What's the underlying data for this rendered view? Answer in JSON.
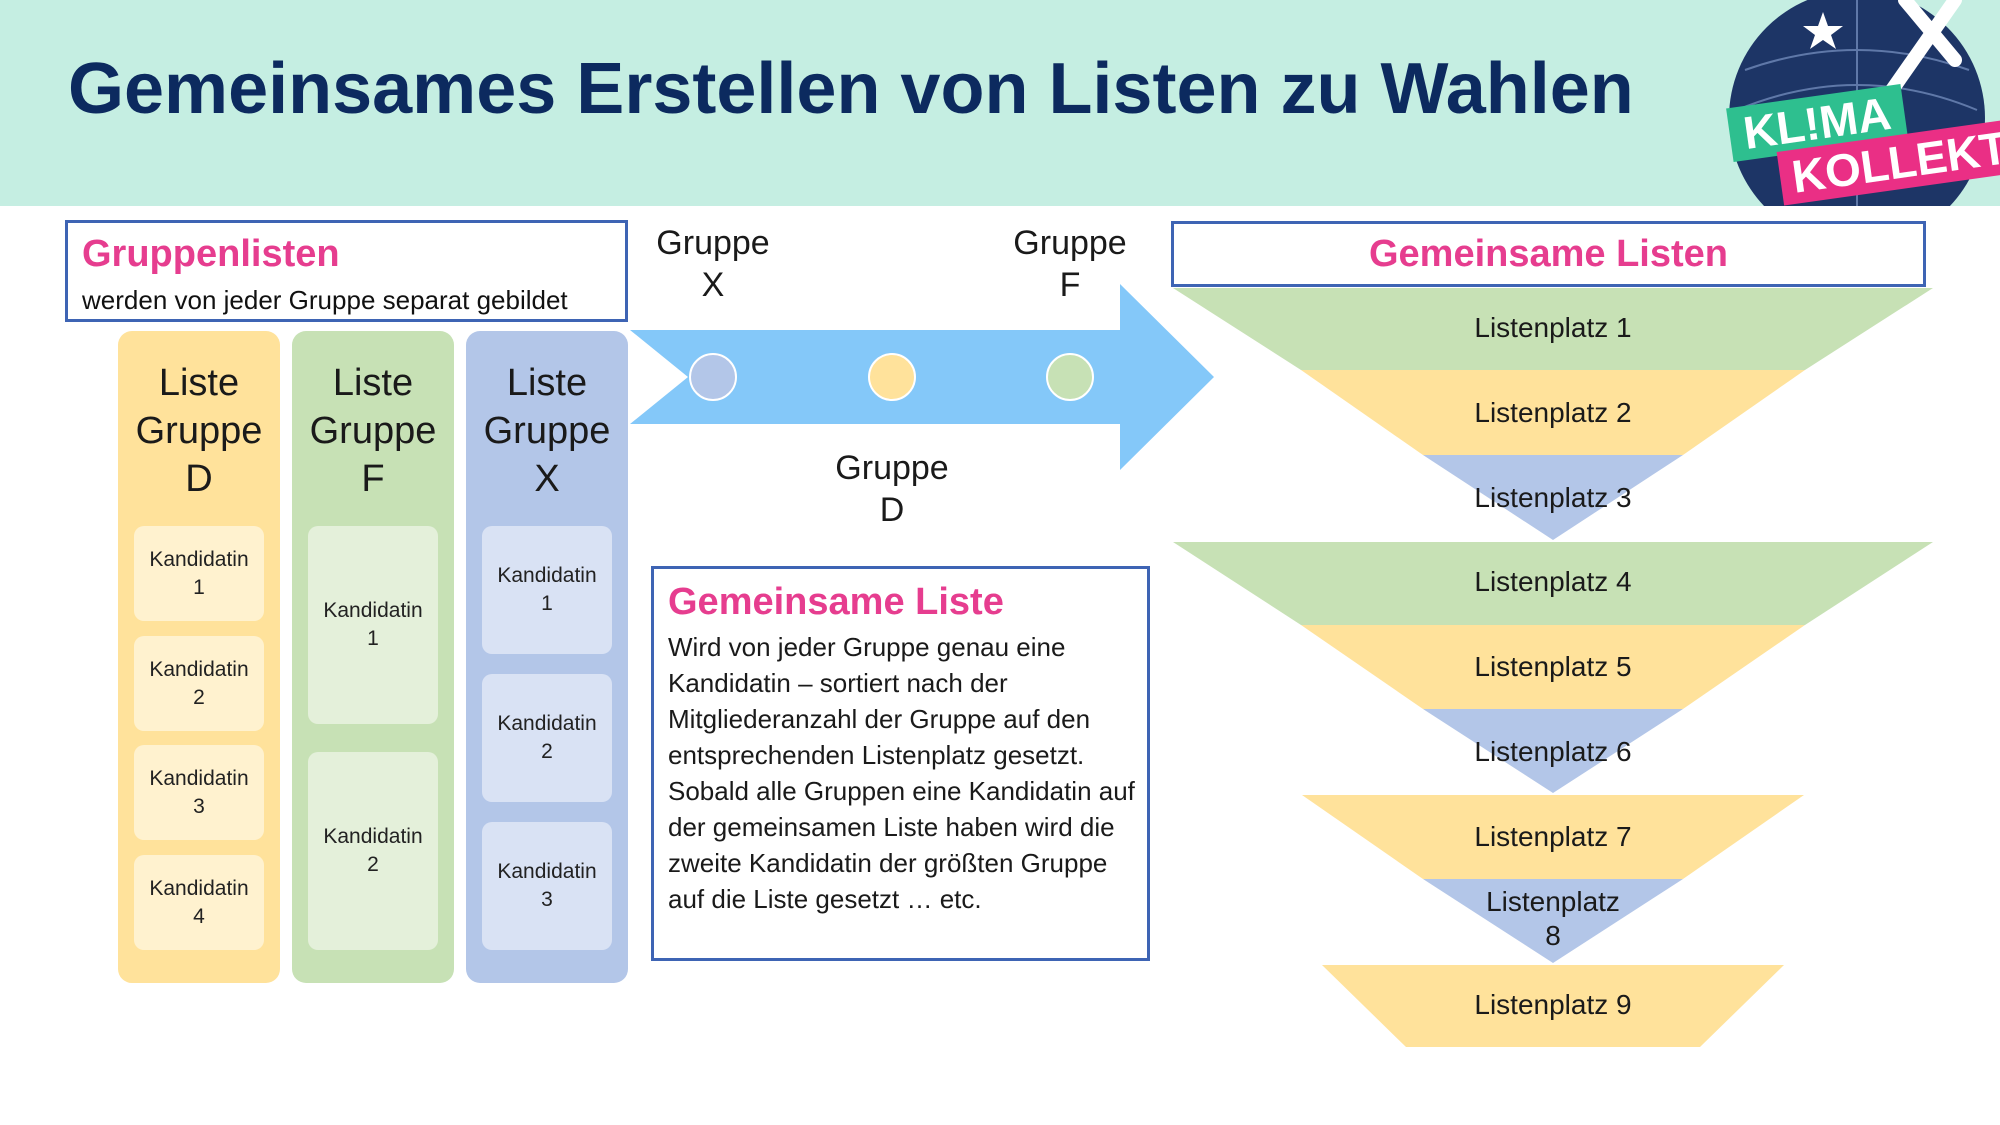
{
  "header": {
    "title": "Gemeinsames Erstellen von Listen zu Wahlen",
    "background_color": "#c5eee2",
    "title_color": "#0c2a5f"
  },
  "logo": {
    "line1": "KL!MA",
    "line2": "KOLLEKTiV",
    "colors": {
      "circle": "#1d3566",
      "green": "#2ebf8f",
      "pink": "#ea2f85"
    }
  },
  "gruppenlisten": {
    "title": "Gruppenlisten",
    "subtitle": "werden von jeder Gruppe separat gebildet"
  },
  "groups": [
    {
      "title": "Liste\nGruppe\nD",
      "color": "#ffe29b",
      "candidate_color": "#fff2cf",
      "candidates": [
        "Kandidatin\n1",
        "Kandidatin\n2",
        "Kandidatin\n3",
        "Kandidatin\n4"
      ]
    },
    {
      "title": "Liste\nGruppe\nF",
      "color": "#c7e1b5",
      "candidate_color": "#e4f0da",
      "candidates": [
        "Kandidatin\n1",
        "Kandidatin\n2"
      ]
    },
    {
      "title": "Liste\nGruppe\nX",
      "color": "#b3c6e8",
      "candidate_color": "#d9e2f4",
      "candidates": [
        "Kandidatin\n1",
        "Kandidatin\n2",
        "Kandidatin\n3"
      ]
    }
  ],
  "arrow": {
    "color": "#84c8f9",
    "labels": {
      "x": "Gruppe\nX",
      "f": "Gruppe\nF",
      "d": "Gruppe\nD"
    },
    "dot_colors": [
      "#b3c6e8",
      "#ffe29b",
      "#c7e1b5"
    ]
  },
  "gemeinsame_liste": {
    "title": "Gemeinsame Liste",
    "text": "Wird von jeder Gruppe genau eine Kandidatin – sortiert nach der Mitgliederanzahl der Gruppe auf den entsprechenden Listenplatz gesetzt. Sobald alle Gruppen eine Kandidatin auf der gemeinsamen Liste haben wird die zweite Kandidatin der größten Gruppe auf die Liste gesetzt … etc."
  },
  "gemeinsame_listen": {
    "title": "Gemeinsame Listen",
    "places": [
      "Listenplatz 1",
      "Listenplatz 2",
      "Listenplatz 3",
      "Listenplatz 4",
      "Listenplatz 5",
      "Listenplatz 6",
      "Listenplatz 7",
      "Listenplatz\n8",
      "Listenplatz 9"
    ]
  },
  "colors": {
    "accent_pink": "#e63d8f",
    "box_border": "#3e64b4",
    "green": "#c7e1b5",
    "yellow": "#ffe29b",
    "blue": "#b3c6e8"
  }
}
